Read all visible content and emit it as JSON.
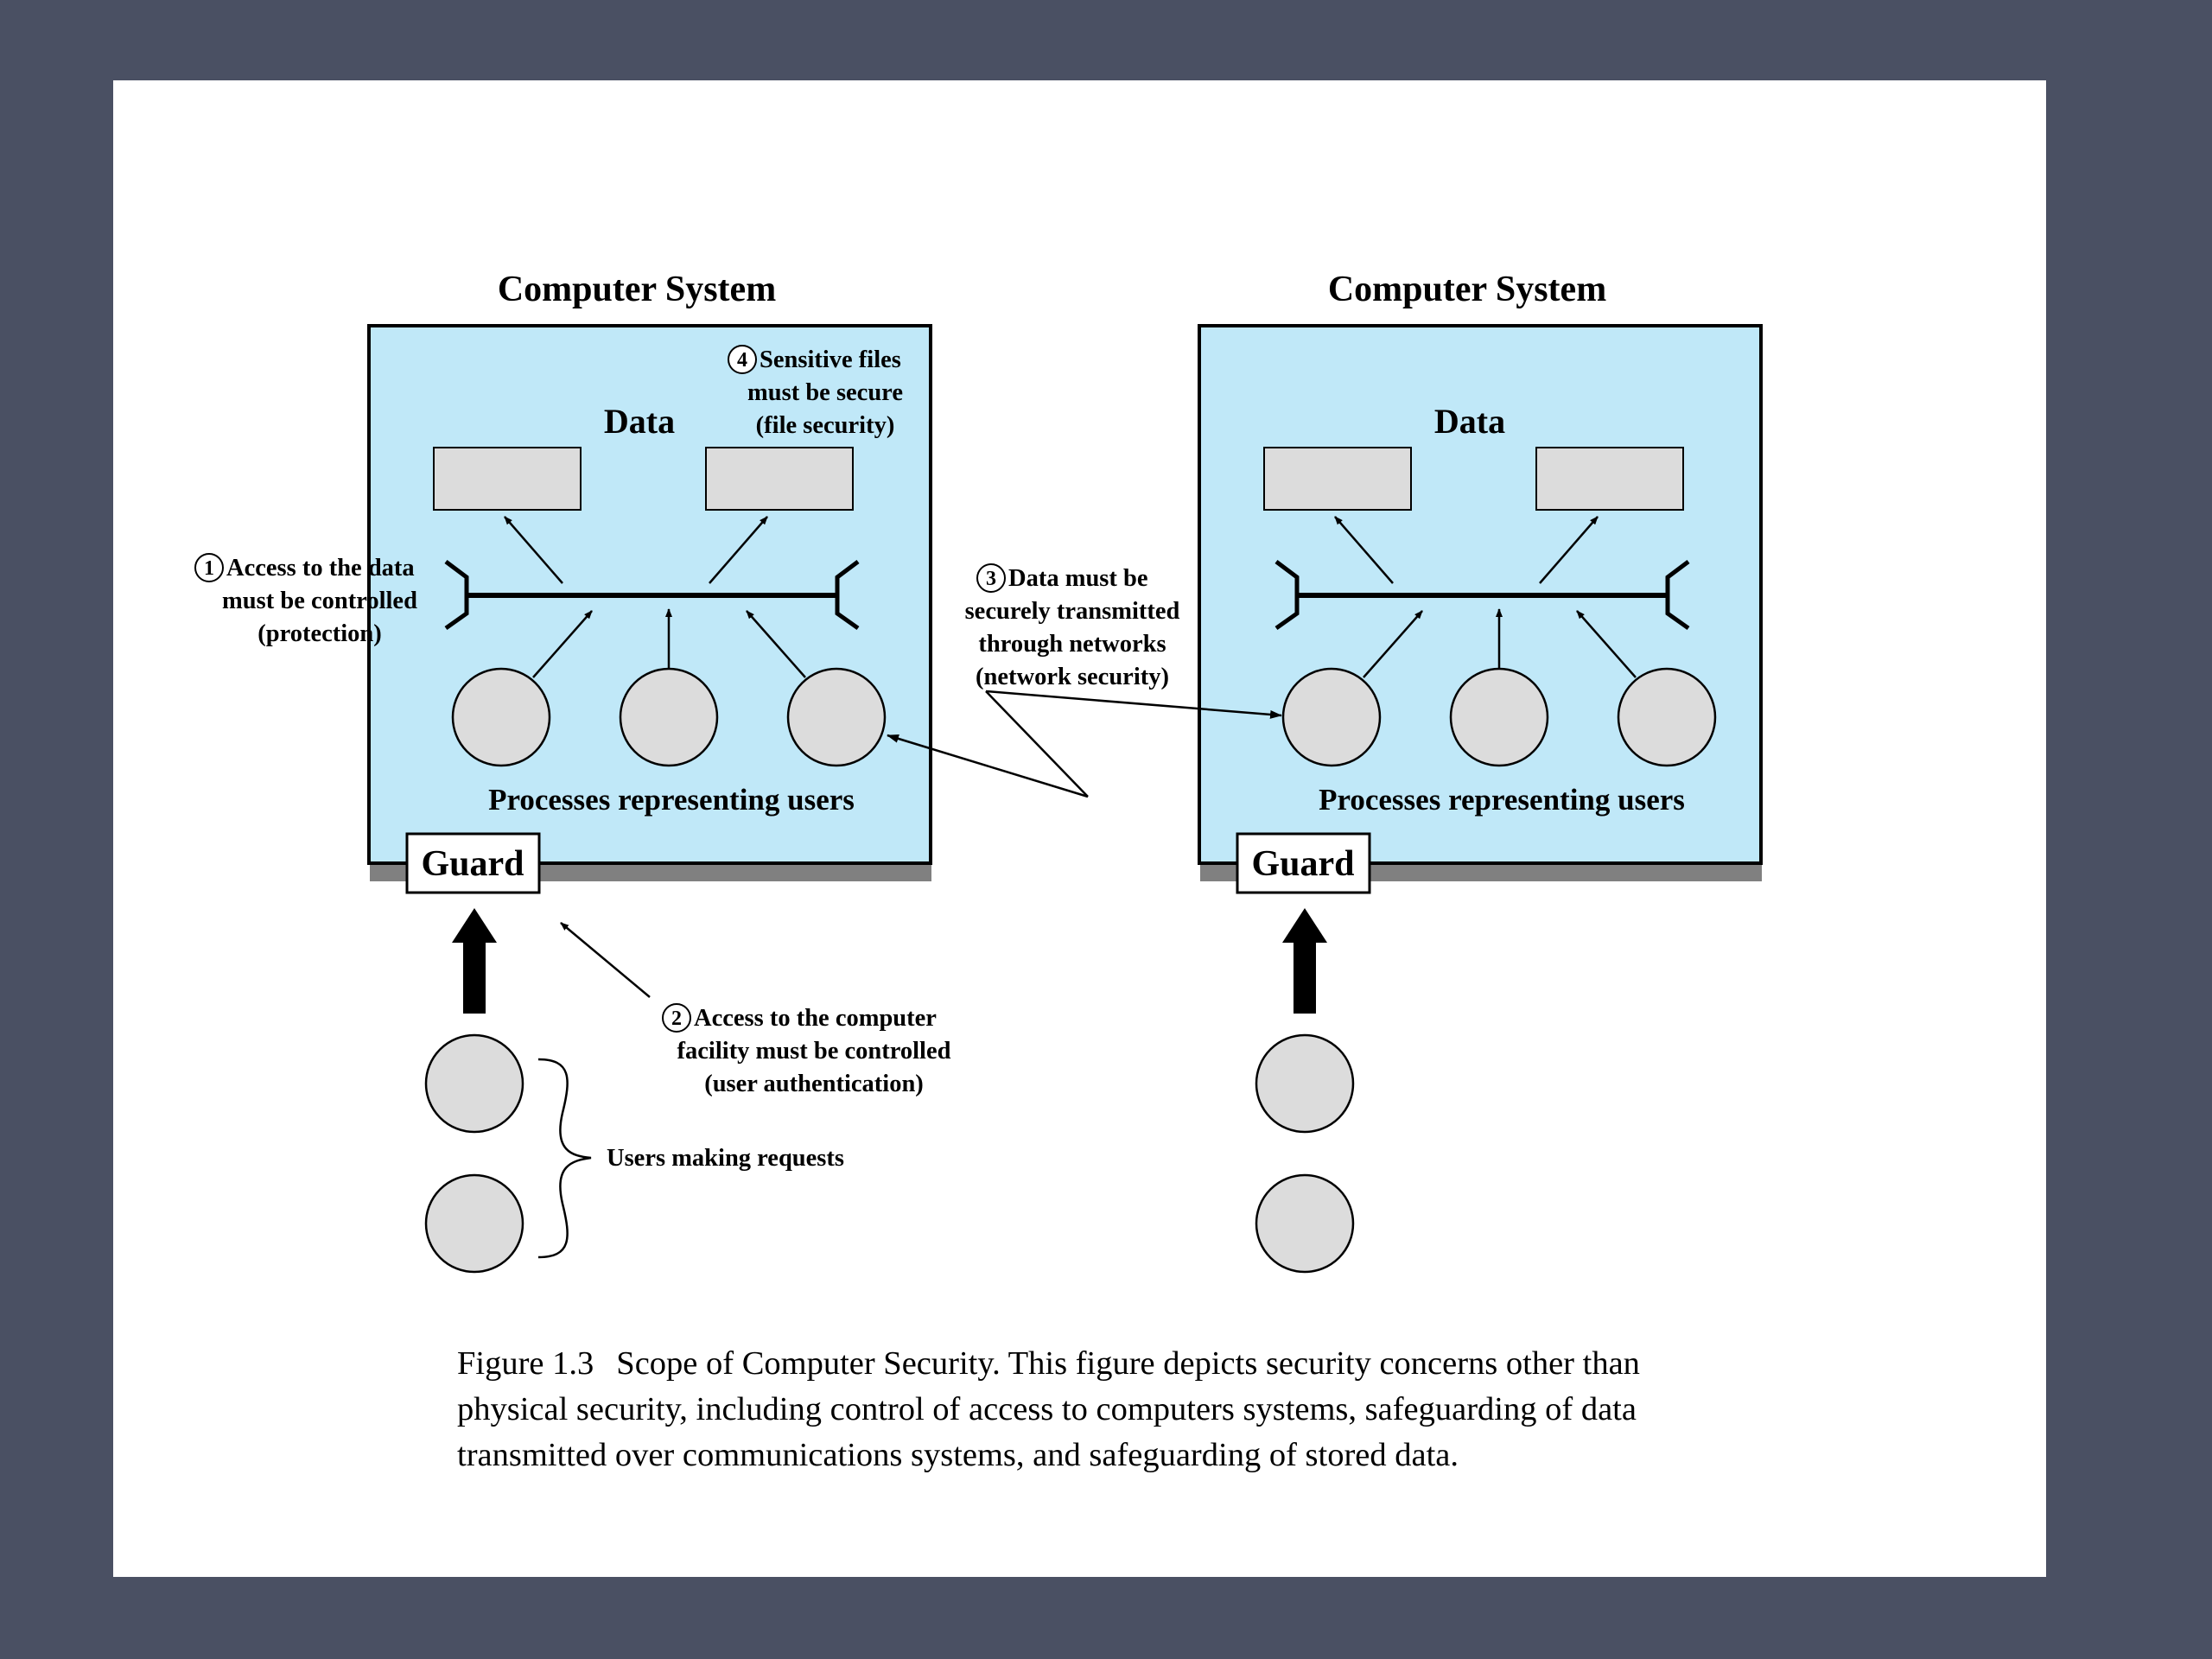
{
  "diagram": {
    "left_system": {
      "title": "Computer System",
      "data_label": "Data",
      "processes_label": "Processes representing users",
      "guard_label": "Guard"
    },
    "right_system": {
      "title": "Computer System",
      "data_label": "Data",
      "processes_label": "Processes representing users",
      "guard_label": "Guard"
    },
    "annotations": {
      "a1": {
        "number": "1",
        "lines": [
          "Access to the data",
          "must be controlled",
          "(protection)"
        ]
      },
      "a2": {
        "number": "2",
        "lines": [
          "Access to the computer",
          "facility must be controlled",
          "(user authentication)"
        ]
      },
      "a3": {
        "number": "3",
        "lines": [
          "Data must be",
          "securely transmitted",
          "through networks",
          "(network security)"
        ]
      },
      "a4": {
        "number": "4",
        "lines": [
          "Sensitive files",
          "must be secure",
          "(file security)"
        ]
      }
    },
    "users_label": "Users making requests",
    "colors": {
      "system_fill": "#c0e8f8",
      "node_fill": "#dcdcdc",
      "shadow": "#808080",
      "page_background": "#4a5063"
    }
  },
  "caption": {
    "label": "Figure 1.3",
    "text": "Scope of Computer Security. This figure depicts security concerns other than physical security, including control of access to computers systems, safeguarding of data transmitted over communications systems, and safeguarding of stored data."
  }
}
